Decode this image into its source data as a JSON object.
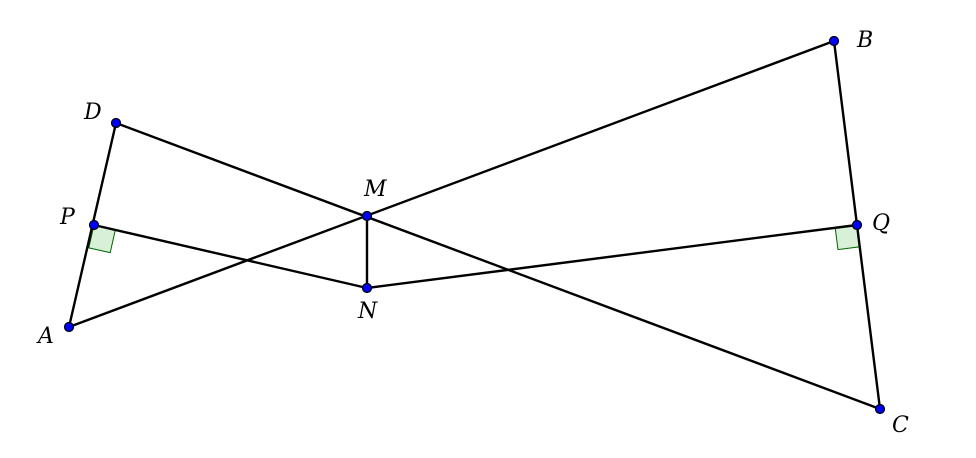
{
  "figure": {
    "points": [
      {
        "id": "A",
        "label": "A"
      },
      {
        "id": "B",
        "label": "B"
      },
      {
        "id": "C",
        "label": "C"
      },
      {
        "id": "D",
        "label": "D"
      },
      {
        "id": "M",
        "label": "M"
      },
      {
        "id": "N",
        "label": "N"
      },
      {
        "id": "P",
        "label": "P"
      },
      {
        "id": "Q",
        "label": "Q"
      }
    ],
    "segments": [
      "AB",
      "DC",
      "AD",
      "BC",
      "PN",
      "NQ",
      "MN"
    ],
    "right_angles": [
      "P",
      "Q"
    ],
    "colors": {
      "point_fill": "#0000ff",
      "line": "#000000",
      "right_angle_fill": "#d8f0d8",
      "right_angle_stroke": "#006400"
    }
  }
}
